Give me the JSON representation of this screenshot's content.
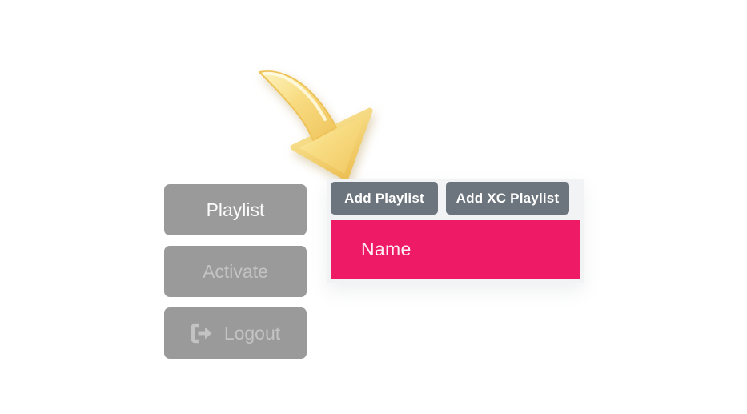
{
  "sidebar": {
    "items": [
      {
        "label": "Playlist",
        "state": "active"
      },
      {
        "label": "Activate",
        "state": "default"
      },
      {
        "label": "Logout",
        "state": "default",
        "icon": "logout-icon"
      }
    ],
    "colors": {
      "button_bg": "#9a9a9a",
      "active_text": "#fbfbfb",
      "inactive_text": "#c3c3c3"
    }
  },
  "toolbar": {
    "buttons": [
      {
        "label": "Add Playlist"
      },
      {
        "label": "Add XC Playlist"
      }
    ],
    "colors": {
      "button_bg": "#6c757d",
      "text": "#ffffff",
      "panel_bg": "#f1f3f5"
    }
  },
  "table": {
    "header": {
      "label": "Name"
    },
    "colors": {
      "header_bg": "#ee1a66",
      "header_text": "#ffffff"
    }
  },
  "decorations": {
    "arrow": {
      "meaning": "curved-arrow-pointing-down-right-at-add-playlist",
      "color_light": "#fdf4c1",
      "color_mid": "#f8dc82",
      "color_dark": "#efc45c"
    }
  }
}
